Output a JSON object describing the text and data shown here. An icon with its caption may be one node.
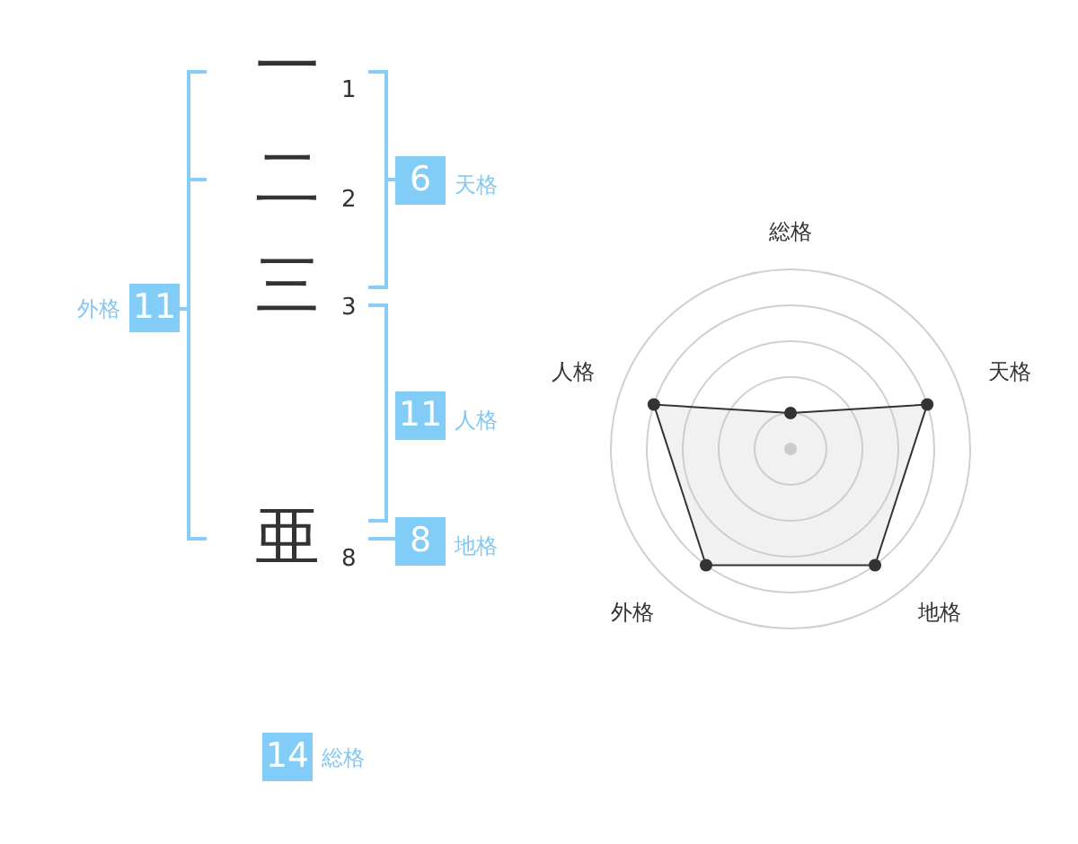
{
  "diagram": {
    "nodes": [
      {
        "text": [
          "6"
        ],
        "beside": [
          "天格"
        ]
      },
      {
        "text": [
          "11"
        ],
        "beside": [
          "外格"
        ]
      },
      {
        "text": [
          "11"
        ],
        "beside": [
          "人格"
        ]
      },
      {
        "text": [
          "8"
        ],
        "beside": [
          "地格"
        ]
      },
      {
        "text": [
          "14"
        ],
        "beside": [
          "総格"
        ]
      }
    ],
    "labels": [
      "一",
      "1",
      "二",
      "2",
      "三",
      "3",
      "亜",
      "8",
      "総格",
      "人格",
      "天格",
      "外格",
      "地格"
    ]
  }
}
